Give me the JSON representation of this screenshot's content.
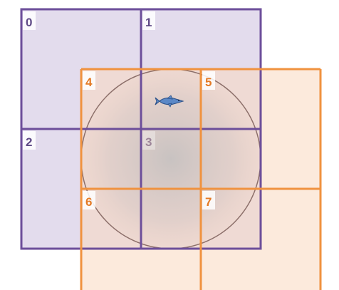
{
  "colors": {
    "purple_grid_fill": "#e3dced",
    "purple_grid_stroke": "#6c4e9a",
    "orange_grid_fill": "#fbe4d3",
    "orange_grid_stroke": "#f0923f",
    "circle_stroke": "#8c6f6a",
    "circle_center": "#c8c3c2",
    "fish_fill": "#5b88c7",
    "fish_stroke": "#2a4f86",
    "label_purple": "#5f4a86",
    "label_orange": "#e47a25",
    "label_overlap": "#9c8498"
  },
  "cells": [
    {
      "label": "0",
      "grid": "purple"
    },
    {
      "label": "1",
      "grid": "purple"
    },
    {
      "label": "2",
      "grid": "purple"
    },
    {
      "label": "3",
      "grid": "purple"
    },
    {
      "label": "4",
      "grid": "orange"
    },
    {
      "label": "5",
      "grid": "orange"
    },
    {
      "label": "6",
      "grid": "orange"
    },
    {
      "label": "7",
      "grid": "orange"
    }
  ],
  "icons": {
    "fish": "fish-icon"
  }
}
